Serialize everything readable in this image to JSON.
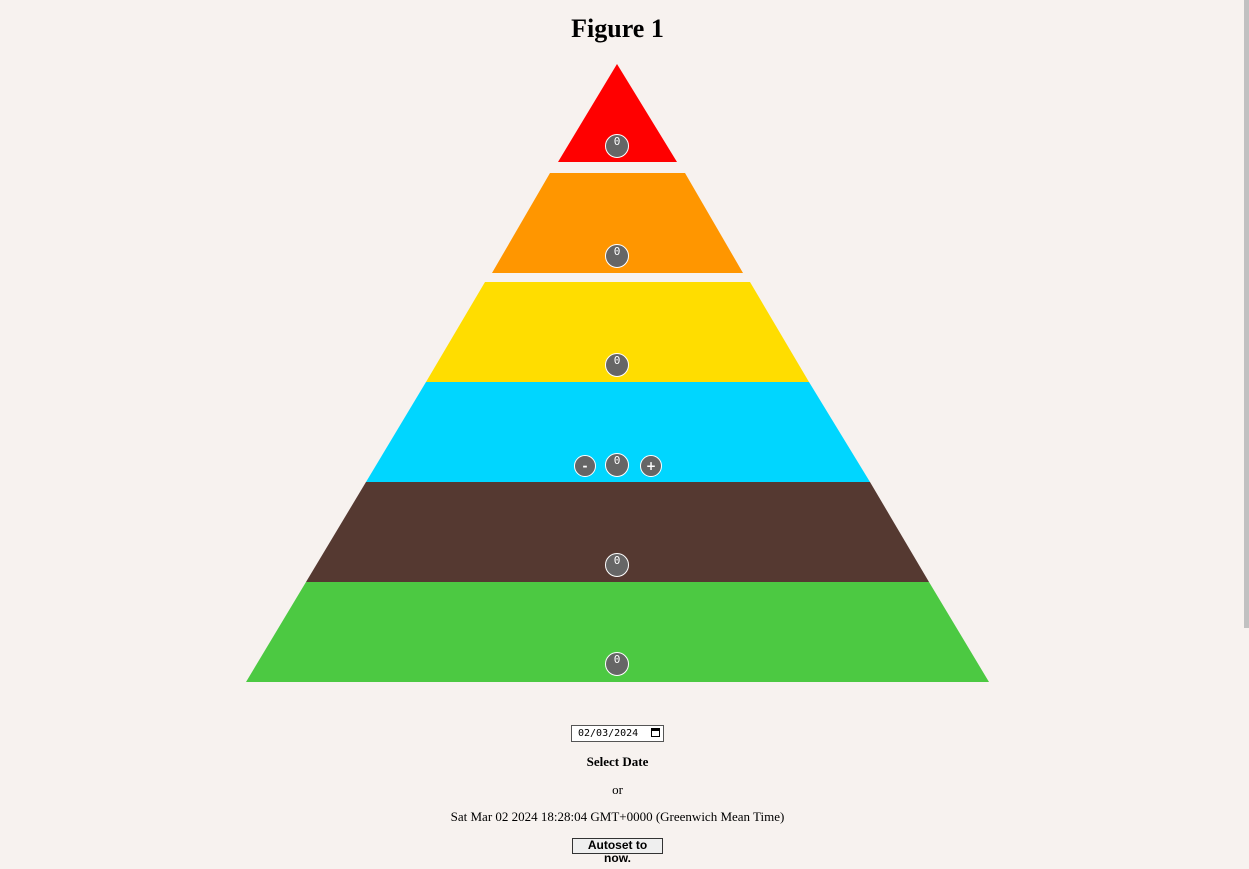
{
  "title": "Figure 1",
  "pyramid": {
    "levels": [
      {
        "color": "#ff0000",
        "value": "0"
      },
      {
        "color": "#ff9600",
        "value": "0"
      },
      {
        "color": "#ffdd00",
        "value": "0"
      },
      {
        "color": "#00d6ff",
        "value": "0",
        "minus_label": "-",
        "plus_label": "+"
      },
      {
        "color": "#553931",
        "value": "0"
      },
      {
        "color": "#4cc942",
        "value": "0"
      }
    ]
  },
  "date_picker": {
    "value": "02/03/2024",
    "label": "Select Date"
  },
  "or_text": "or",
  "current_date_text": "Sat Mar 02 2024 18:28:04 GMT+0000 (Greenwich Mean Time)",
  "autoset_button_label": "Autoset to now."
}
